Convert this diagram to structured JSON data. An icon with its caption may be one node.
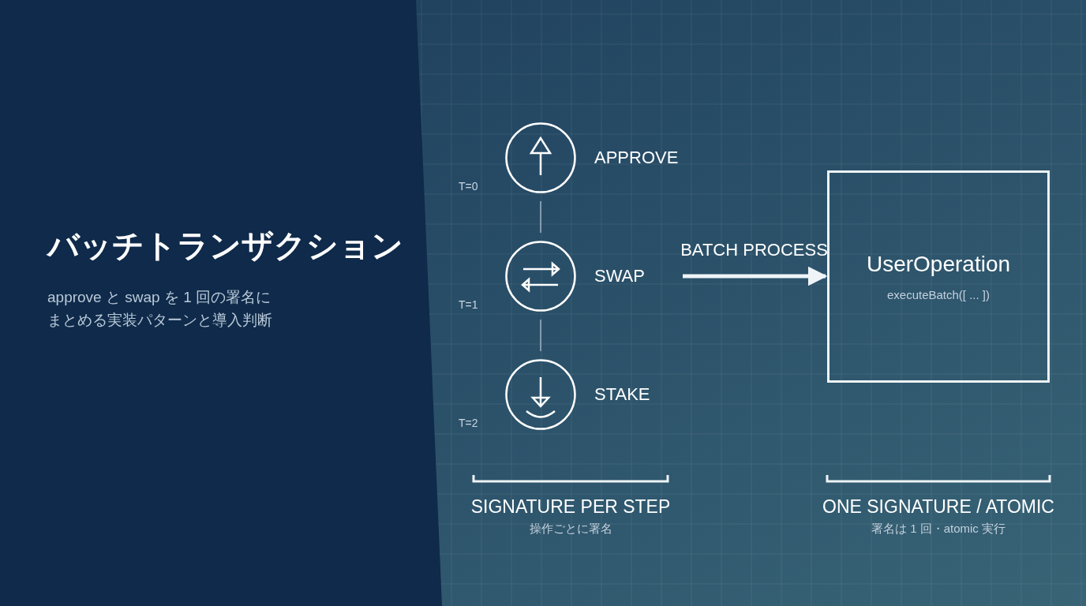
{
  "diagram": {
    "title": "バッチトランザクション",
    "nodes": [
      {
        "text": [
          "APPROVE"
        ],
        "beside": [
          "T=0"
        ]
      },
      {
        "text": [
          "SWAP"
        ],
        "beside": [
          "T=1"
        ]
      },
      {
        "text": [
          "STAKE"
        ],
        "beside": [
          "T=2"
        ]
      },
      {
        "text": [
          "UserOperation",
          "executeBatch([ ... ])"
        ]
      }
    ],
    "edges": [
      {
        "from": 0,
        "to": 1,
        "arrow": "none"
      },
      {
        "from": 1,
        "to": 2,
        "arrow": "none"
      },
      {
        "from": 1,
        "to": 3,
        "arrow": "to",
        "label": "BATCH PROCESS",
        "style": "thick"
      }
    ],
    "labels": [
      "approve と swap を 1 回の署名にまとめる実装パターンと導入判断",
      "SIGNATURE PER STEP",
      "操作ごとに署名",
      "ONE SIGNATURE / ATOMIC",
      "署名は 1 回・atomic 実行"
    ]
  }
}
